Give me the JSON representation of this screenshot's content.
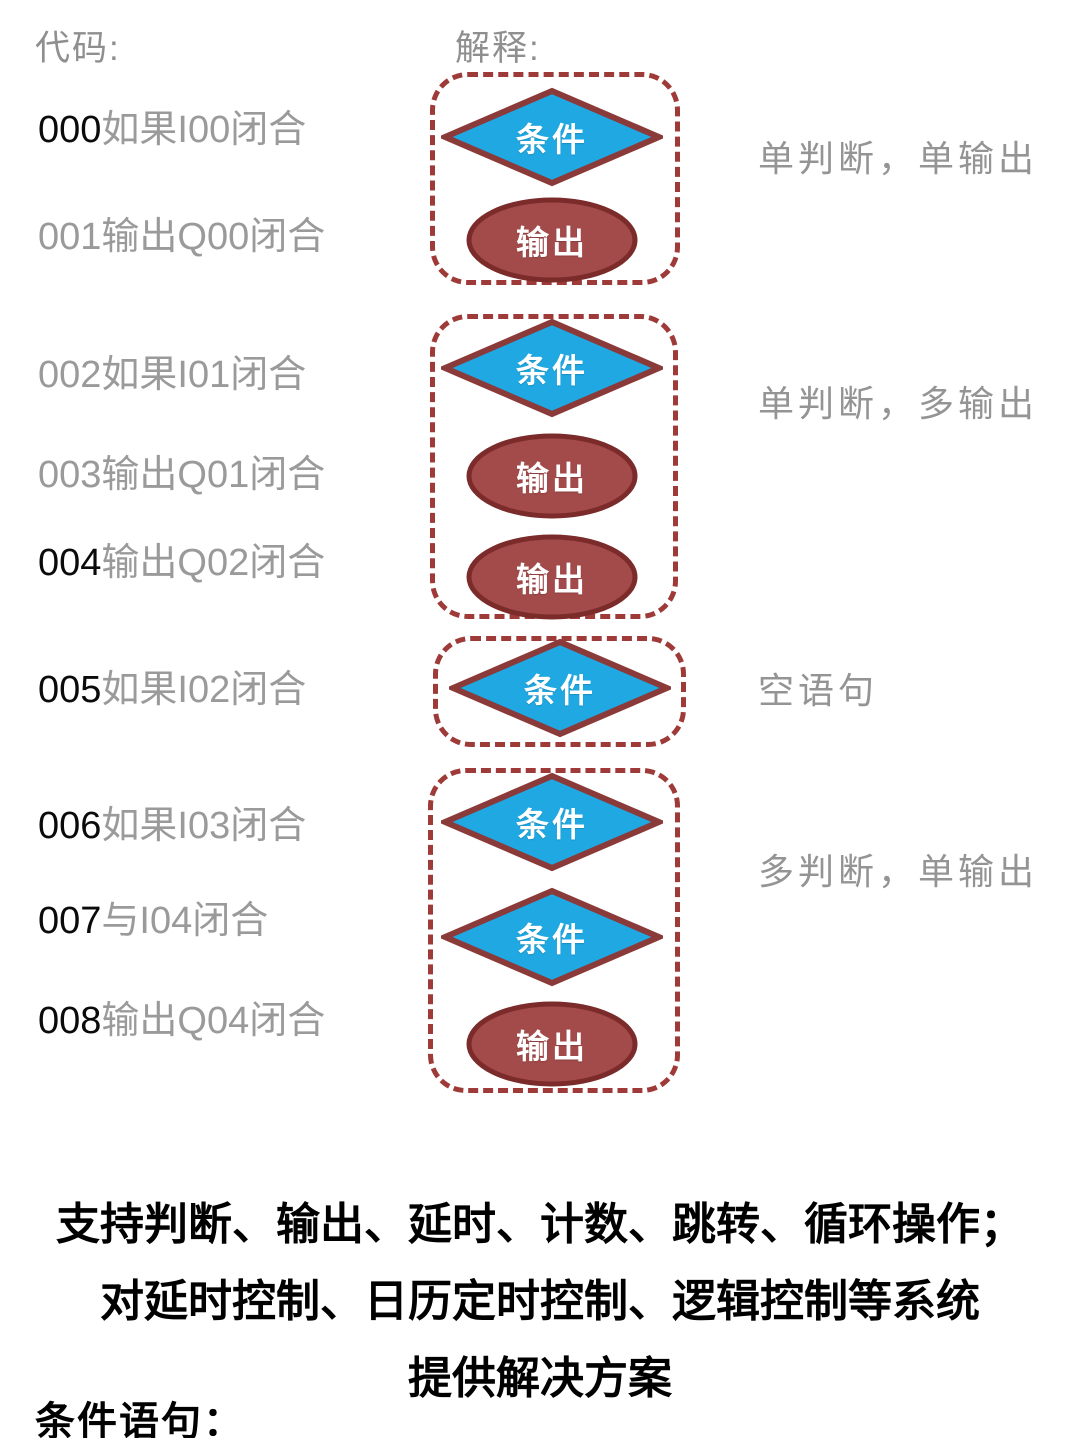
{
  "colors": {
    "diamond_fill": "#1fa8e2",
    "diamond_stroke": "#8b3a3a",
    "ellipse_fill": "#a34a4a",
    "ellipse_stroke": "#7c2b2b",
    "dashed_border": "#9e3b38",
    "gray_text": "#9a9a9a",
    "black_text": "#0a0a0a",
    "shape_label_text": "#ffffff"
  },
  "header": {
    "code_label": "代码:",
    "explain_label": "解释:"
  },
  "code": {
    "lines": [
      {
        "num": "000",
        "text": "如果I00闭合",
        "num_class": "num black"
      },
      {
        "num": "001",
        "text": "输出Q00闭合",
        "num_class": "num gray"
      },
      {
        "num": "002",
        "text": "如果I01闭合",
        "num_class": "num gray"
      },
      {
        "num": "003",
        "text": "输出Q01闭合",
        "num_class": "num gray"
      },
      {
        "num": "004",
        "text": "输出Q02闭合",
        "num_class": "num black"
      },
      {
        "num": "005",
        "text": "如果I02闭合",
        "num_class": "num black"
      },
      {
        "num": "006",
        "text": "如果I03闭合",
        "num_class": "num black"
      },
      {
        "num": "007",
        "text": "与I04闭合",
        "num_class": "num black"
      },
      {
        "num": "008",
        "text": "输出Q04闭合",
        "num_class": "num black"
      }
    ]
  },
  "diagram": {
    "condition_label": "条件",
    "output_label": "输出",
    "groups": [
      {
        "shapes": [
          "condition",
          "output"
        ],
        "annotation": "单判断，单输出"
      },
      {
        "shapes": [
          "condition",
          "output",
          "output"
        ],
        "annotation": "单判断，多输出"
      },
      {
        "shapes": [
          "condition"
        ],
        "annotation": "空语句"
      },
      {
        "shapes": [
          "condition",
          "condition",
          "output"
        ],
        "annotation": "多判断，单输出"
      }
    ]
  },
  "footer": {
    "line1": "支持判断、输出、延时、计数、跳转、循环操作；",
    "line2": "对延时控制、日历定时控制、逻辑控制等系统",
    "line3": "提供解决方案",
    "line4": "条件语句："
  }
}
